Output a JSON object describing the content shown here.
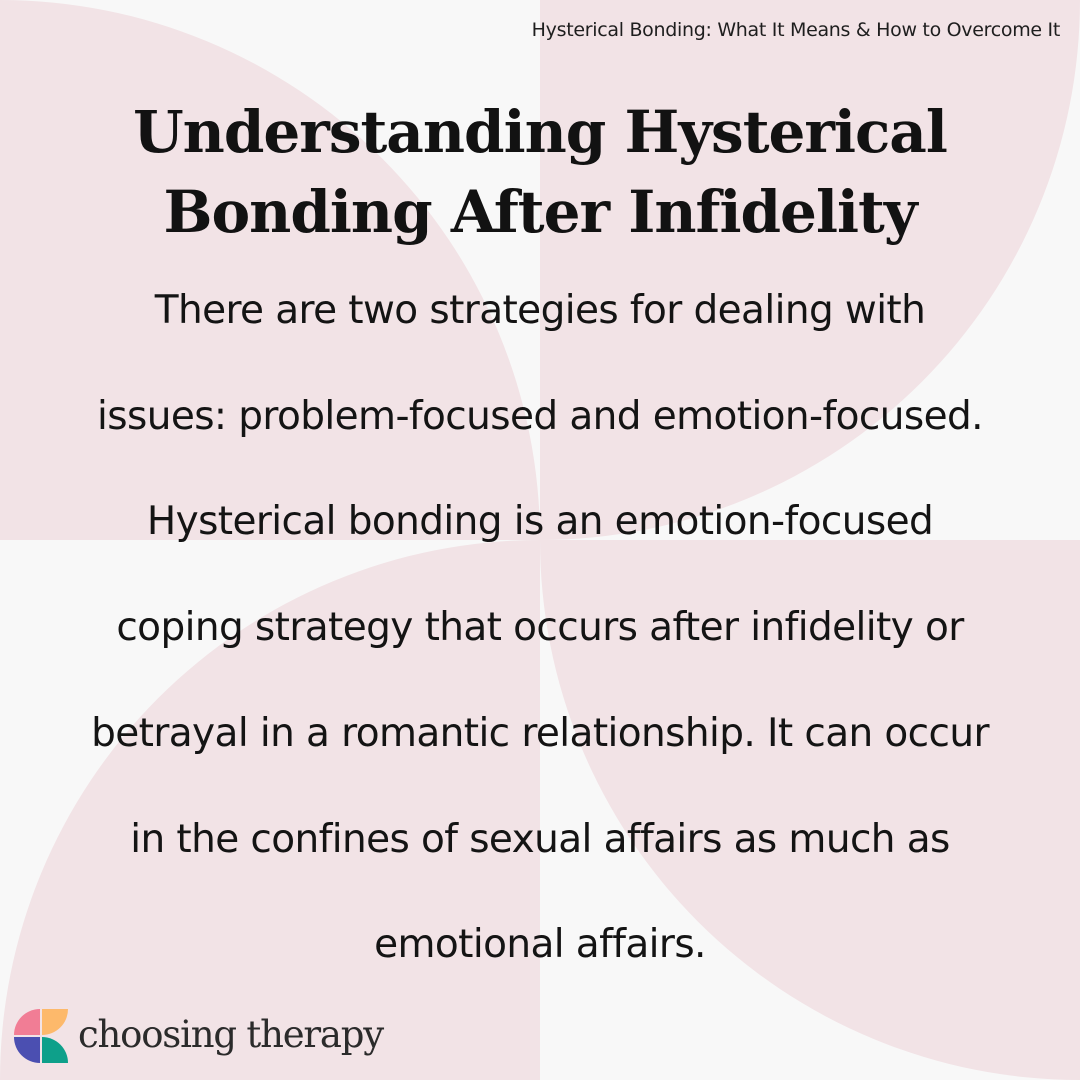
{
  "header": {
    "topic": "Hysterical Bonding: What It Means & How to Overcome It"
  },
  "title": {
    "lines": [
      "Understanding Hysterical",
      "Bonding After Infidelity"
    ]
  },
  "body": {
    "lines": [
      "There are two strategies for dealing with",
      "issues: problem-focused and emotion-focused.",
      "Hysterical bonding is an emotion-focused",
      "coping strategy that occurs after infidelity or",
      "betrayal in a romantic relationship. It can occur",
      "in the confines of sexual affairs as much as",
      "emotional affairs."
    ]
  },
  "brand": {
    "name": "choosing therapy",
    "logo_icon": "four-petal-logo-icon",
    "logo_colors": {
      "top_left": "#f17d95",
      "top_right": "#fdb96b",
      "bottom_left": "#4b4fb1",
      "bottom_right": "#0ea08a"
    }
  },
  "colors": {
    "background": "#f8f8f8",
    "shape_pink": "#f2e3e6",
    "text": "#141414"
  }
}
